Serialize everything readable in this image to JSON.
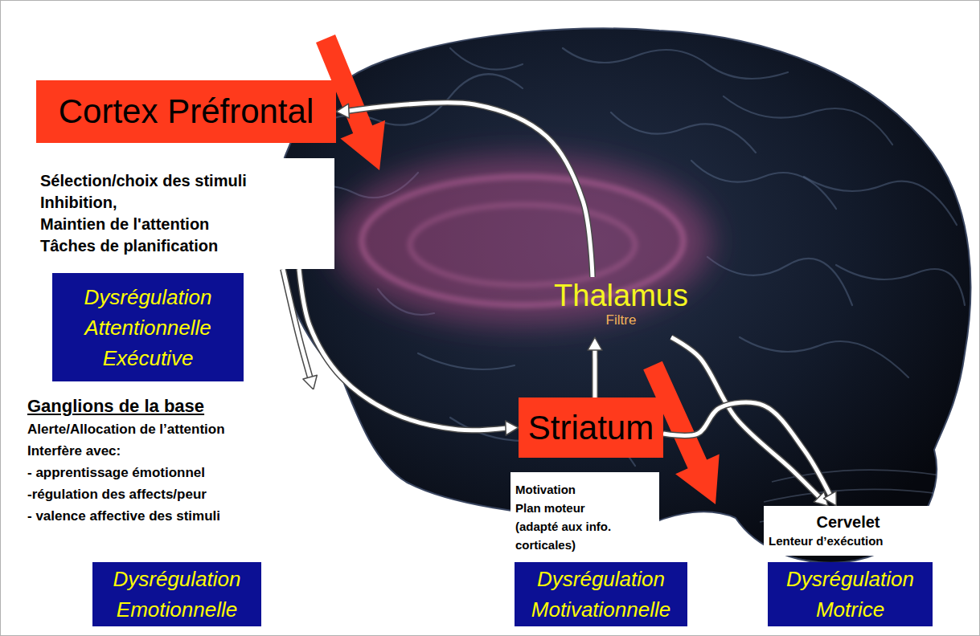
{
  "diagram": {
    "nodes": [
      {
        "text": [
          "Cortex Préfrontal"
        ]
      },
      {
        "text": [
          "Sélection/choix des stimuli",
          "Inhibition,",
          "Maintien de l'attention",
          "Tâches de planification"
        ]
      },
      {
        "text": [
          "Dysrégulation Attentionnelle Exécutive"
        ]
      },
      {
        "text": [
          "Thalamus",
          "Filtre"
        ]
      },
      {
        "text": [
          "Ganglions de la base",
          "Alerte/Allocation de l’attention",
          "Interfère avec:",
          "- apprentissage émotionnel",
          "-régulation des affects/peur",
          "- valence affective des stimuli"
        ]
      },
      {
        "text": [
          "Striatum"
        ]
      },
      {
        "text": [
          "Motivation",
          "Plan moteur",
          "(adapté aux info. corticales)"
        ]
      },
      {
        "text": [
          "Cervelet",
          "Lenteur d’exécution"
        ]
      },
      {
        "text": [
          "Dysrégulation Emotionnelle"
        ]
      },
      {
        "text": [
          "Dysrégulation Motivationnelle"
        ]
      },
      {
        "text": [
          "Dysrégulation Motrice"
        ]
      }
    ],
    "edges": [
      {
        "from": 3,
        "to": 0,
        "arrow": "to"
      },
      {
        "from": 1,
        "to": 5,
        "arrow": "to"
      },
      {
        "from": 1,
        "to": 4,
        "arrow": "to"
      },
      {
        "from": 5,
        "to": 3,
        "arrow": "to"
      },
      {
        "from": 3,
        "to": 7,
        "arrow": "to"
      },
      {
        "from": 5,
        "to": 7,
        "arrow": "to"
      }
    ]
  }
}
